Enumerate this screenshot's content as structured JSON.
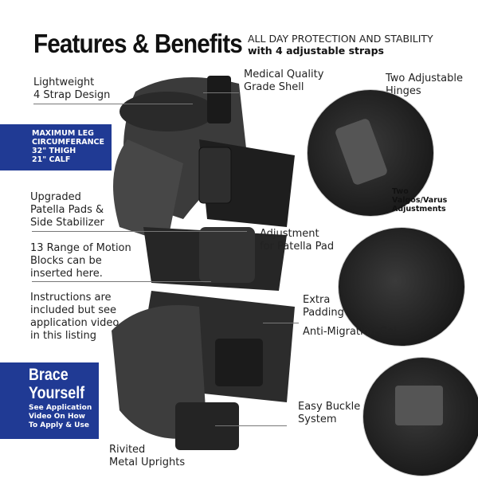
{
  "header": {
    "title": "Features & Benefits",
    "subtitle_line1": "ALL DAY PROTECTION AND STABILITY",
    "subtitle_line2": "with 4 adjustable straps"
  },
  "labels": {
    "lightweight": [
      "Lightweight",
      "4 Strap Design"
    ],
    "shell": [
      "Medical Quality",
      "Grade Shell"
    ],
    "hinges": [
      "Two Adjustable",
      "Hinges"
    ],
    "valgus": [
      "Two",
      "Valgos/Varus",
      "Adjustments"
    ],
    "patella": [
      "Upgraded",
      "Patella Pads &",
      "Side Stabilizer"
    ],
    "patella_adj": [
      "Adjustment",
      "for Patella Pad"
    ],
    "rom": [
      "13 Range of Motion",
      "Blocks can be",
      "inserted here."
    ],
    "instructions": [
      "Instructions are",
      "included but see",
      "application video",
      "in this listing"
    ],
    "padding": [
      "Extra",
      "Padding"
    ],
    "gel": [
      "Anti-Migration Gel"
    ],
    "buckle": [
      "Easy Buckle",
      "System"
    ],
    "uprights": [
      "Rivited",
      "Metal Uprights"
    ]
  },
  "circumference_box": [
    "MAXIMUM LEG",
    "CIRCUMFERANCE",
    "32\" THIGH",
    "21\" CALF"
  ],
  "brace_box": {
    "heading1": "Brace",
    "heading2": "Yourself",
    "line1": "See Application",
    "line2": "Video On How",
    "line3": "To Apply & Use"
  },
  "colors": {
    "brand_blue": "#203a94",
    "brace_gray": "#2a2a2a"
  }
}
